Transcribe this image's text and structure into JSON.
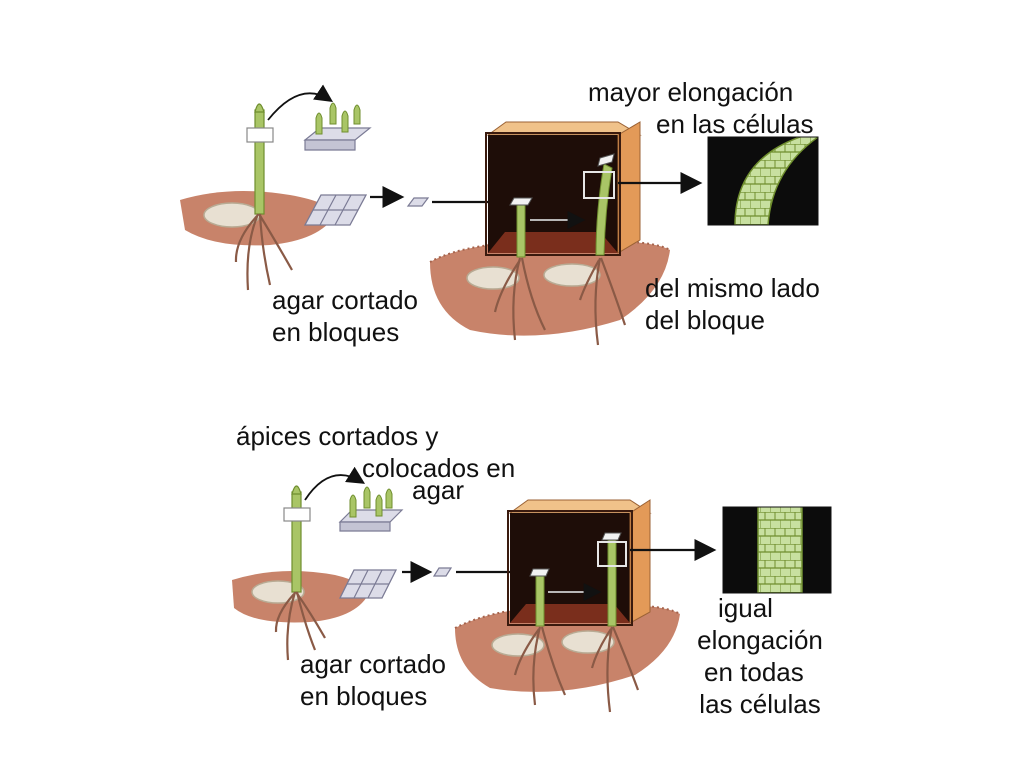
{
  "colors": {
    "soil": "#c8836a",
    "soil_dark": "#a5634c",
    "box_front": "#e39a58",
    "box_top": "#f0c28a",
    "box_interior": "#1e0d08",
    "box_floor": "#7a2e1c",
    "stem": "#a9c566",
    "stem_dark": "#6f8e2e",
    "seed": "#e8e0d2",
    "root": "#8a5a46",
    "agar": "#dcdce8",
    "agar_line": "#7b7b95",
    "cell_light": "#c8e0a0",
    "cell_dark": "#0c0c0c"
  },
  "top_panel": {
    "label_cut_agar": [
      "agar cortado",
      "en bloques"
    ],
    "label_greater_elongation": [
      "mayor elongación",
      "en las células"
    ],
    "label_same_side": [
      "del mismo lado",
      "del bloque"
    ]
  },
  "bottom_panel": {
    "label_tips_cut": [
      "ápices cortados y",
      "colocados en",
      "agar"
    ],
    "label_cut_agar": [
      "agar cortado",
      "en bloques"
    ],
    "label_equal_elongation": [
      "igual",
      "elongación",
      "en todas",
      "las células"
    ]
  }
}
